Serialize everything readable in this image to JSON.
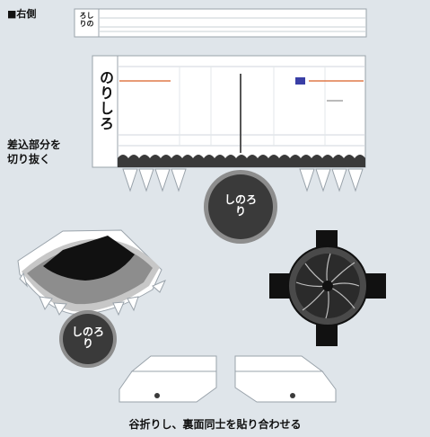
{
  "section_title": "■右側",
  "tab_label": "しのろり",
  "glue_label": "のりしろ",
  "cut_instruction": [
    "差込部分を",
    "切り抜く"
  ],
  "circle_label": "しのろり",
  "bottom_caption": "谷折りし、裏面同士を貼り合わせる",
  "colors": {
    "background": "#dfe5ea",
    "dark_gray": "#3a3a3a",
    "mid_gray": "#8d8d8d",
    "black": "#111111",
    "accent_orange": "#e07a4a",
    "accent_blue": "#3a3fa6"
  }
}
